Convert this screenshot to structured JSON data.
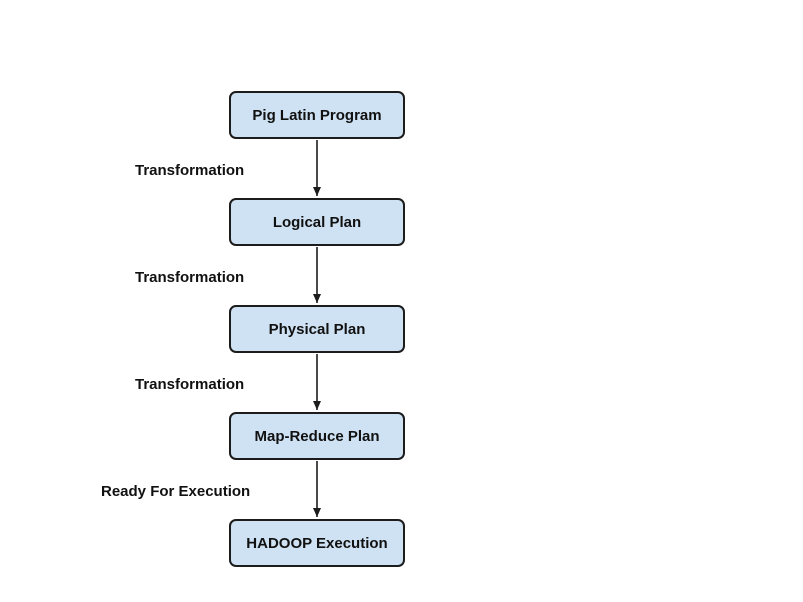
{
  "diagram": {
    "nodes": [
      {
        "label": "Pig Latin Program"
      },
      {
        "label": "Logical Plan"
      },
      {
        "label": "Physical Plan"
      },
      {
        "label": "Map-Reduce Plan"
      },
      {
        "label": "HADOOP Execution"
      }
    ],
    "edges": [
      {
        "label": "Transformation"
      },
      {
        "label": "Transformation"
      },
      {
        "label": "Transformation"
      },
      {
        "label": "Ready For Execution"
      }
    ],
    "colors": {
      "node_fill": "#cfe2f3",
      "node_border": "#1c1c1c",
      "arrow": "#1c1c1c",
      "text": "#111111"
    }
  }
}
